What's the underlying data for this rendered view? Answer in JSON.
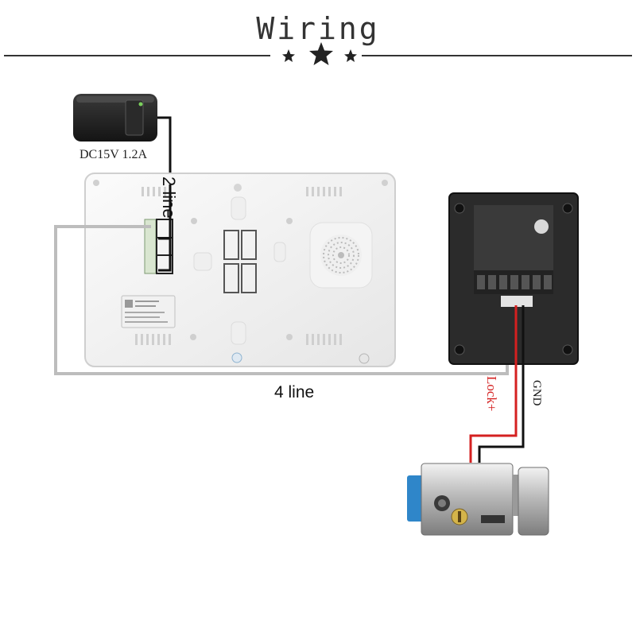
{
  "header": {
    "title": "Wiring"
  },
  "adapter": {
    "label": "DC15V 1.2A"
  },
  "wires": {
    "power_cable": "2 line",
    "signal_cable": "4 line",
    "lock_positive": "Lock+",
    "ground": "GND"
  },
  "colors": {
    "cable_grey": "#bdbdbd",
    "wire_red": "#d42020",
    "wire_black": "#111111",
    "lock_blue": "#2f86c9"
  }
}
